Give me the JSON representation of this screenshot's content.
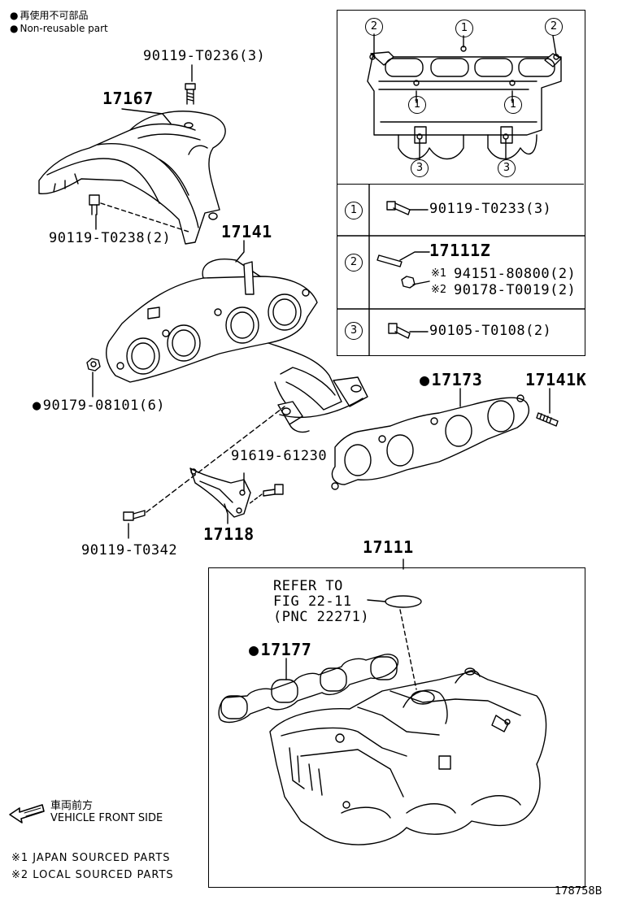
{
  "legend": {
    "jp": "再使用不可部品",
    "en": "Non-reusable part"
  },
  "labels": {
    "p90119_T0236": "90119-T0236(3)",
    "p17167": "17167",
    "p90119_T0238": "90119-T0238(2)",
    "p17141": "17141",
    "p90179_08101": "90179-08101(6)",
    "p17173": "17173",
    "p17141K": "17141K",
    "p91619_61230": "91619-61230",
    "p17118": "17118",
    "p90119_T0342": "90119-T0342",
    "p17111": "17111",
    "refer1": "REFER TO",
    "refer2": "FIG 22-11",
    "refer3": "(PNC 22271)",
    "p17177": "17177"
  },
  "inset": {
    "callouts": [
      "1",
      "2",
      "3"
    ],
    "rows": [
      {
        "num": "1",
        "part": "90119-T0233(3)"
      },
      {
        "num": "2",
        "part": "17111Z",
        "sub": [
          {
            "mark": "※1",
            "part": "94151-80800(2)"
          },
          {
            "mark": "※2",
            "part": "90178-T0019(2)"
          }
        ]
      },
      {
        "num": "3",
        "part": "90105-T0108(2)"
      }
    ]
  },
  "front": {
    "jp": "車両前方",
    "en": "VEHICLE FRONT SIDE"
  },
  "notes": [
    "※1 JAPAN SOURCED PARTS",
    "※2 LOCAL SOURCED PARTS"
  ],
  "code": "178758B"
}
